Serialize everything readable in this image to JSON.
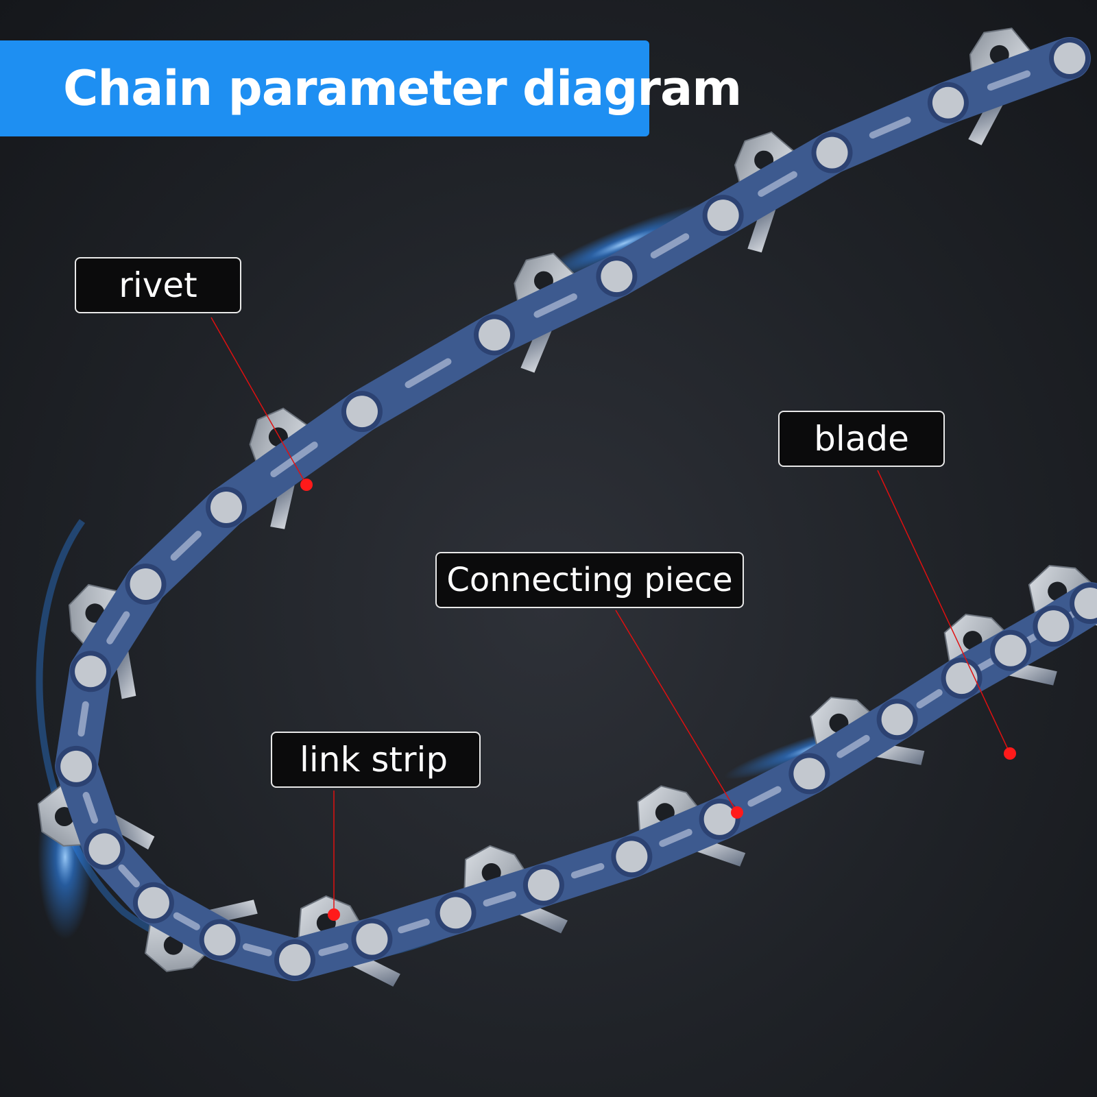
{
  "title": "Chain parameter diagram",
  "labels": {
    "rivet": "rivet",
    "blade": "blade",
    "connecting_piece": "Connecting piece",
    "link_strip": "link strip"
  },
  "colors": {
    "banner": "#1e8ff2",
    "marker": "#ff1a1a",
    "chain_plate": "#3d5a8f",
    "chain_steel": "#c3c8cf",
    "glow": "#2f8cff",
    "background": "#1f2227"
  }
}
